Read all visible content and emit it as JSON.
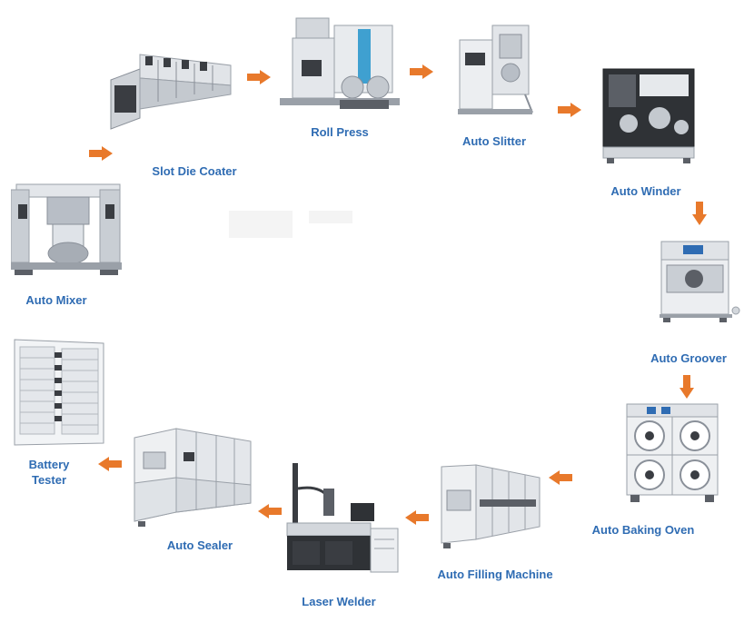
{
  "colors": {
    "label": "#2f6cb3",
    "arrow": "#e8792b",
    "metal": "#d9dde2",
    "dark": "#3a3d42",
    "accent": "#3fa0d0"
  },
  "steps": [
    {
      "id": "auto-mixer",
      "label": "Auto Mixer",
      "icon": "mixer-machine-icon"
    },
    {
      "id": "slot-die-coater",
      "label": "Slot Die Coater",
      "icon": "coater-machine-icon"
    },
    {
      "id": "roll-press",
      "label": "Roll Press",
      "icon": "roll-press-machine-icon"
    },
    {
      "id": "auto-slitter",
      "label": "Auto Slitter",
      "icon": "slitter-machine-icon"
    },
    {
      "id": "auto-winder",
      "label": "Auto Winder",
      "icon": "winder-machine-icon"
    },
    {
      "id": "auto-groover",
      "label": "Auto Groover",
      "icon": "groover-machine-icon"
    },
    {
      "id": "auto-baking-oven",
      "label": "Auto Baking Oven",
      "icon": "baking-oven-icon"
    },
    {
      "id": "auto-filling-machine",
      "label": "Auto Filling Machine",
      "icon": "filling-machine-icon"
    },
    {
      "id": "laser-welder",
      "label": "Laser Welder",
      "icon": "laser-welder-icon"
    },
    {
      "id": "auto-sealer",
      "label": "Auto Sealer",
      "icon": "sealer-machine-icon"
    },
    {
      "id": "battery-tester",
      "label_line1": "Battery",
      "label_line2": "Tester",
      "icon": "battery-tester-icon"
    }
  ]
}
